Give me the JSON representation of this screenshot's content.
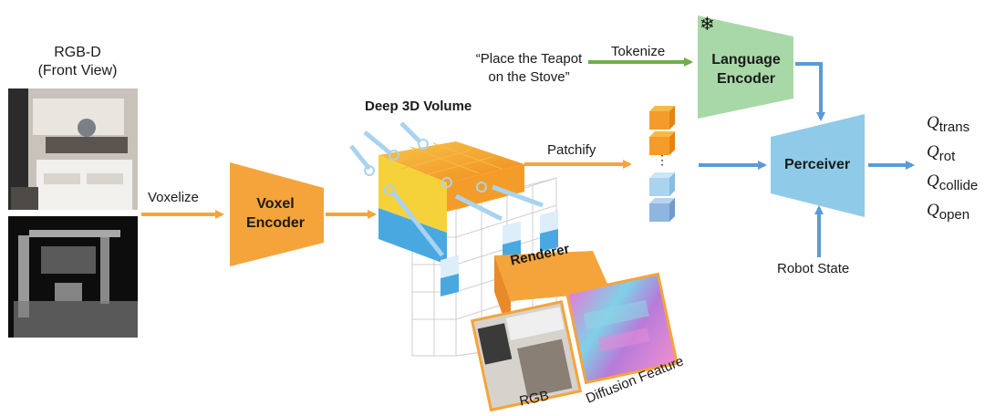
{
  "input": {
    "title_line1": "RGB-D",
    "title_line2": "(Front View)"
  },
  "labels": {
    "voxelize": "Voxelize",
    "voxel_encoder_line1": "Voxel",
    "voxel_encoder_line2": "Encoder",
    "deep_volume": "Deep 3D Volume",
    "patchify": "Patchify",
    "renderer": "Renderer",
    "rgb": "RGB",
    "diffusion_feature": "Diffusion Feature",
    "instruction_line1": "“Place the Teapot",
    "instruction_line2": "on the Stove”",
    "tokenize": "Tokenize",
    "language_encoder_line1": "Language",
    "language_encoder_line2": "Encoder",
    "perceiver": "Perceiver",
    "robot_state": "Robot State",
    "dots": "⋮"
  },
  "outputs": [
    {
      "symbol": "Q",
      "sub": "trans"
    },
    {
      "symbol": "Q",
      "sub": "rot"
    },
    {
      "symbol": "Q",
      "sub": "collide"
    },
    {
      "symbol": "Q",
      "sub": "open"
    }
  ],
  "icons": {
    "frozen": "snowflake-icon"
  },
  "colors": {
    "orange": "#f5a43c",
    "blue_arrow": "#5b9bd5",
    "green_arrow": "#70ad47",
    "language_green": "#a8d8a8",
    "perceiver_blue": "#8fcbe8",
    "token_orange": "#f39c2a",
    "token_blue": "#a9d3ee"
  }
}
